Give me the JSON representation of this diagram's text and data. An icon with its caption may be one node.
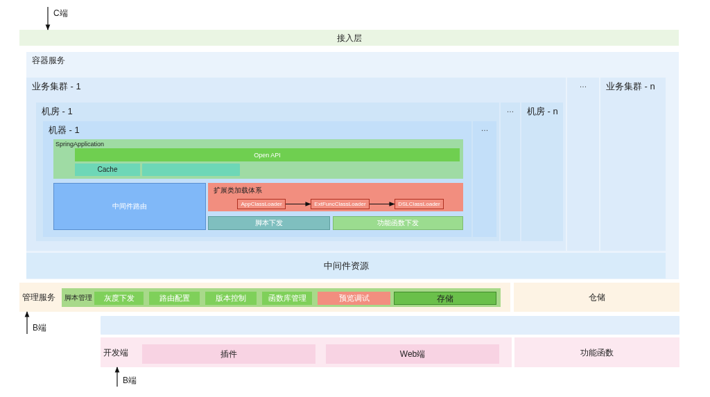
{
  "diagram": {
    "nodes": [
      {
        "text": [
          "接入层"
        ]
      },
      {
        "text": [
          "容器服务"
        ]
      },
      {
        "text": [
          "业务集群 - 1"
        ],
        "in": 1
      },
      {
        "text": [
          "机房 - 1"
        ],
        "in": 2
      },
      {
        "text": [
          "机器 - 1"
        ],
        "in": 3
      },
      {
        "text": [
          "SpringApplication"
        ],
        "in": 4
      },
      {
        "text": [
          "Open API"
        ],
        "in": 5
      },
      {
        "text": [
          "Cache"
        ],
        "in": 5
      },
      {
        "text": [],
        "shape": "box",
        "in": 5
      },
      {
        "text": [
          "中间件路由"
        ],
        "in": 4
      },
      {
        "text": [
          "扩展类加载体系"
        ],
        "in": 4
      },
      {
        "text": [
          "AppClassLoader"
        ],
        "in": 10
      },
      {
        "text": [
          "ExtFuncClassLoader"
        ],
        "in": 10
      },
      {
        "text": [
          "DSLClassLoader"
        ],
        "in": 10
      },
      {
        "text": [
          "脚本下发"
        ],
        "in": 4
      },
      {
        "text": [
          "功能函数下发"
        ],
        "in": 4
      },
      {
        "text": [
          "…"
        ],
        "in": 3
      },
      {
        "text": [
          "…"
        ],
        "in": 2
      },
      {
        "text": [
          "机房 - n"
        ],
        "in": 2
      },
      {
        "text": [
          "…"
        ],
        "in": 1
      },
      {
        "text": [
          "业务集群 - n"
        ],
        "in": 1
      },
      {
        "text": [
          "中间件资源"
        ],
        "in": 1
      },
      {
        "text": [
          "管理服务"
        ]
      },
      {
        "text": [
          "脚本管理"
        ],
        "in": 22
      },
      {
        "text": [
          "灰度下发"
        ],
        "in": 23
      },
      {
        "text": [
          "路由配置"
        ],
        "in": 23
      },
      {
        "text": [
          "版本控制"
        ],
        "in": 23
      },
      {
        "text": [
          "函数库管理"
        ],
        "in": 23
      },
      {
        "text": [
          "预览调试"
        ],
        "in": 23
      },
      {
        "text": [
          "存储"
        ],
        "in": 23
      },
      {
        "text": [
          "仓储"
        ]
      },
      {
        "text": [],
        "shape": "box"
      },
      {
        "text": [
          "开发端"
        ]
      },
      {
        "text": [
          "插件"
        ],
        "in": 32
      },
      {
        "text": [
          "Web端"
        ],
        "in": 32
      },
      {
        "text": [
          "功能函数"
        ]
      },
      {
        "text": [
          "C端"
        ]
      },
      {
        "text": [
          "B端"
        ]
      },
      {
        "text": [
          "B端"
        ]
      }
    ],
    "edges": [
      {
        "from": 11,
        "to": 12,
        "arrow": "to"
      },
      {
        "from": 12,
        "to": 13,
        "arrow": "to"
      },
      {
        "from": 36,
        "to": 0,
        "arrow": "to"
      },
      {
        "from": 37,
        "to": 22,
        "arrow": "to"
      },
      {
        "from": 38,
        "to": 32,
        "arrow": "to"
      }
    ]
  }
}
